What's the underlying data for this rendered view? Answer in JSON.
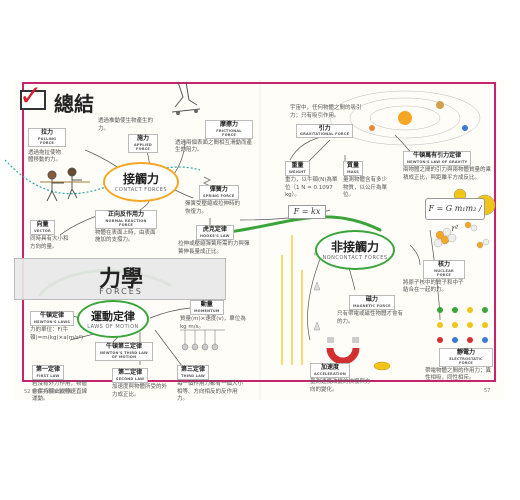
{
  "header": {
    "check": "✓",
    "title": "總結"
  },
  "banner": {
    "main": "力學",
    "sub": "FORCES"
  },
  "hubs": {
    "contact": {
      "zh": "接觸力",
      "en": "CONTACT FORCES"
    },
    "noncontact": {
      "zh": "非接觸力",
      "en": "NONCONTACT FORCES"
    },
    "motion": {
      "zh": "運動定律",
      "en": "LAWS OF MOTION"
    }
  },
  "nodes": {
    "pulling": {
      "zh": "拉力",
      "en": "PULLING FORCE"
    },
    "pulling_desc": "透過拖拉使物體移動的力。",
    "applied": {
      "zh": "施力",
      "en": "APPLIED FORCE"
    },
    "applied_desc": "透過推動使生物產生的力。",
    "friction": {
      "zh": "摩擦力",
      "en": "FRICTIONAL FORCE"
    },
    "friction_desc": "透過兩個表面之間相互滑動而產生的阻力。",
    "spring": {
      "zh": "彈簧力",
      "en": "SPRING FORCE"
    },
    "spring_desc": "彈簧受壓縮或拉伸時的恢復力。",
    "normal": {
      "zh": "正向反作用力",
      "en": "NORMAL REACTION FORCE"
    },
    "normal_desc": "物體在表面上時，由表面施加的支撐力。",
    "vector": {
      "zh": "向量",
      "en": "VECTOR"
    },
    "vector_desc": "同時具有大小和方向的量。",
    "hooke": {
      "zh": "虎克定律",
      "en": "HOOKE'S LAW"
    },
    "hooke_desc": "拉伸或壓縮彈簧所需的力與彈簧伸長量成正比。",
    "hooke_formula": "F = kx",
    "gravity": {
      "zh": "引力",
      "en": "GRAVITATIONAL FORCE"
    },
    "gravity_desc": "宇宙中，任何物體之間的吸引力；只有吸引作用。",
    "weight": {
      "zh": "重量",
      "en": "WEIGHT"
    },
    "weight_desc": "重力，以牛頓(N)為單位（1 N = 0.1097 kg）。",
    "mass": {
      "zh": "質量",
      "en": "MASS"
    },
    "mass_desc": "量測物體含有多少物質，以公斤為單位。",
    "newton_grav": {
      "zh": "牛頓萬有引力定律",
      "en": "NEWTON'S LAW OF GRAVITY"
    },
    "newton_grav_desc": "兩物體之間的引力與兩物體質量的乘積成正比，與距離平方成反比。",
    "grav_formula": "F = G m₁m₂ / r²",
    "nuclear": {
      "zh": "核力",
      "en": "NUCLEAR FORCE"
    },
    "nuclear_desc": "將原子核中的質子和中子結合在一起的力。",
    "magnetic": {
      "zh": "磁力",
      "en": "MAGNETIC FORCE"
    },
    "magnetic_desc": "只有帶電或磁性物體才會有的力。",
    "electrostatic": {
      "zh": "靜電力",
      "en": "ELECTROSTATIC FORCE"
    },
    "electrostatic_desc": "帶電物體之間的作用力；異性相吸，同性相斥。",
    "acceleration": {
      "zh": "加速度",
      "en": "ACCELERATION"
    },
    "acceleration_desc": "量測速度改變的快慢與方向的變化。",
    "momentum": {
      "zh": "動量",
      "en": "MOMENTUM"
    },
    "momentum_desc": "質量(m)×速度(v)，單位為kg m/s。",
    "newton_laws": {
      "zh": "牛頓定律",
      "en": "NEWTON'S LAWS"
    },
    "newton_laws_desc": "力的單位：F(牛頓)=m(kg)×a(m/s²)",
    "third_law": {
      "zh": "牛頓第三定律",
      "en": "NEWTON'S THIRD LAW OF MOTION"
    },
    "first_law": {
      "zh": "第一定律",
      "en": "FIRST LAW"
    },
    "first_law_desc": "若沒有外力作用，物體會保持靜止或等速直線運動。",
    "second_law": {
      "zh": "第二定律",
      "en": "SECOND LAW"
    },
    "second_law_desc": "加速度與物體所受的外力成正比。",
    "third": {
      "zh": "第三定律",
      "en": "THIRD LAW"
    },
    "third_desc": "每一個作用力都有一個大小相等、方向相反的反作用力。"
  },
  "footer": {
    "left": "52  給孩子的物理通識",
    "right": "57"
  },
  "colors": {
    "frame": "#c8246b",
    "orange": "#f5a623",
    "green": "#3aa43a",
    "teal": "#2aa8a2"
  }
}
